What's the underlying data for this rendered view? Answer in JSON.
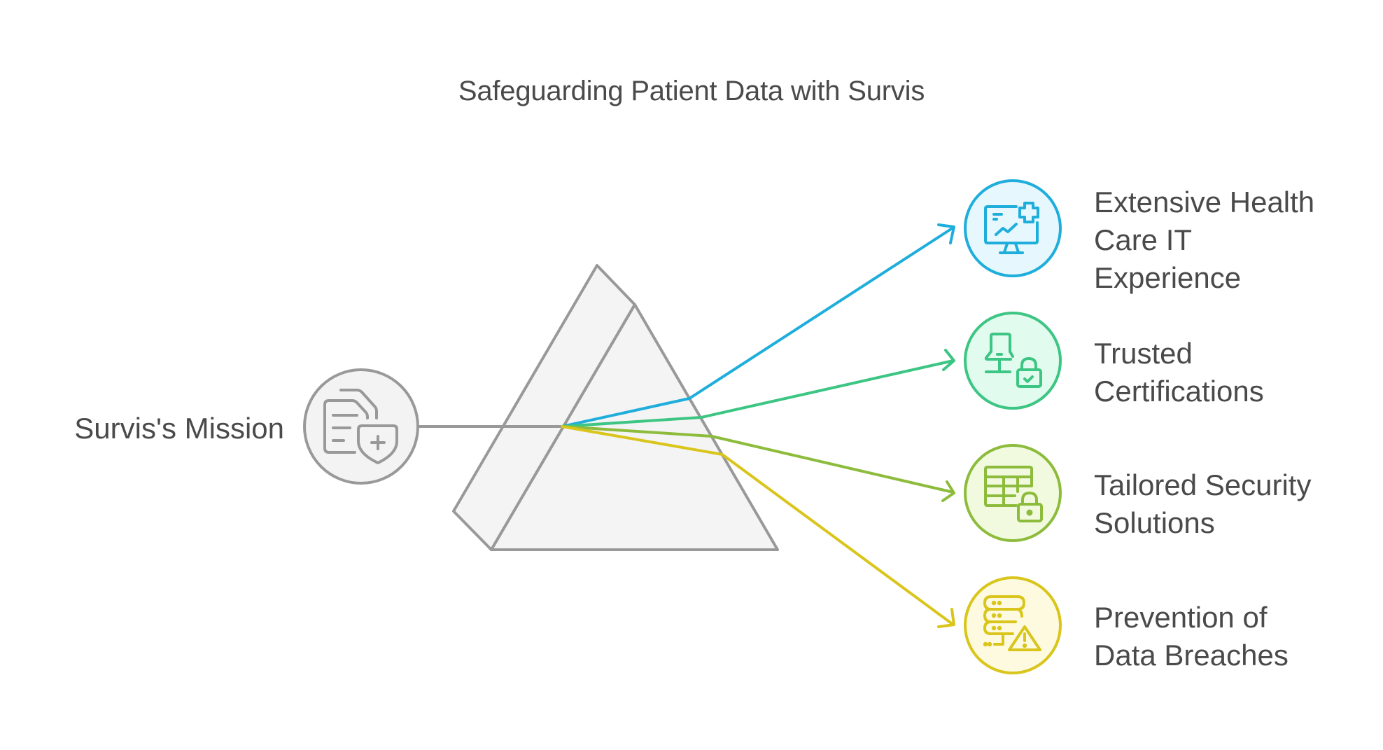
{
  "title": "Safeguarding Patient Data with Survis",
  "source": {
    "label": "Survis's Mission",
    "icon": "document-shield-plus-icon",
    "color": "#999999",
    "fill": "#F3F3F3"
  },
  "prism": {
    "stroke": "#999999",
    "fill": "#F4F4F4"
  },
  "outputs": [
    {
      "lines": [
        "Extensive Health",
        "Care IT",
        "Experience"
      ],
      "icon": "monitor-medical-chart-icon",
      "color": "#1FAEDB",
      "fill": "#E6F8FD"
    },
    {
      "lines": [
        "Trusted",
        "Certifications"
      ],
      "icon": "laptop-lock-check-icon",
      "color": "#3CC583",
      "fill": "#E2FBEF"
    },
    {
      "lines": [
        "Tailored Security",
        "Solutions"
      ],
      "icon": "table-lock-icon",
      "color": "#8DBC3C",
      "fill": "#F1FADF"
    },
    {
      "lines": [
        "Prevention of",
        "Data Breaches"
      ],
      "icon": "server-warning-icon",
      "color": "#D9C51B",
      "fill": "#FDFADF"
    }
  ]
}
